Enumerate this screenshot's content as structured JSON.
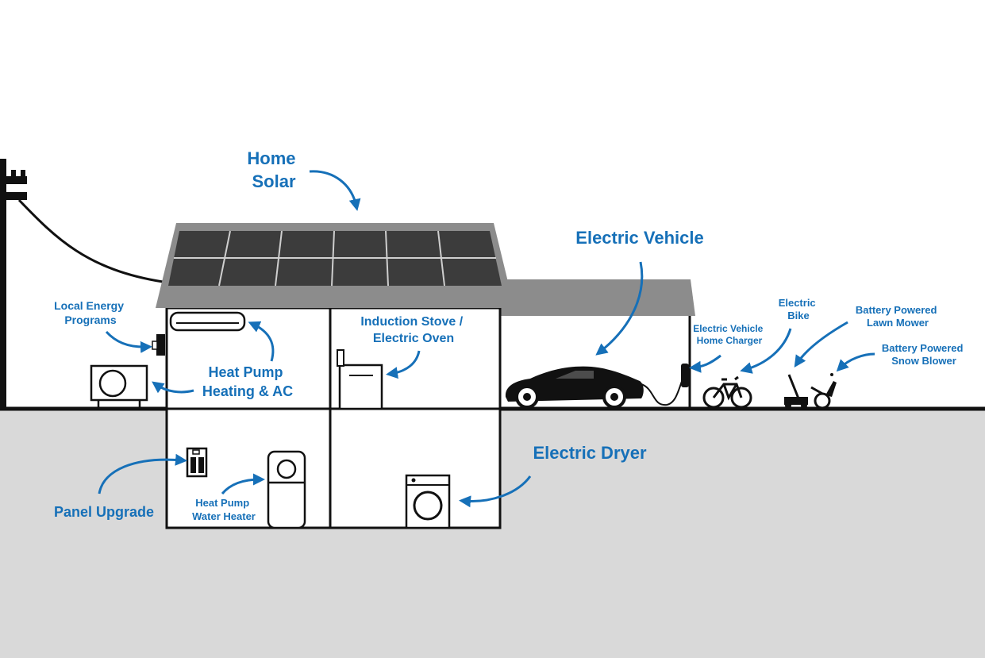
{
  "colors": {
    "label_blue": "#1670b8",
    "ground": "#d9d9d9",
    "roof": "#8c8c8c",
    "panel": "#3c3c3c",
    "outline": "#111111"
  },
  "labels": {
    "home_solar": [
      "Home",
      "Solar"
    ],
    "electric_vehicle": [
      "Electric Vehicle"
    ],
    "local_energy": [
      "Local Energy",
      "Programs"
    ],
    "heat_pump_hvac": [
      "Heat Pump",
      "Heating & AC"
    ],
    "induction": [
      "Induction Stove /",
      "Electric Oven"
    ],
    "ev_charger": [
      "Electric Vehicle",
      "Home Charger"
    ],
    "ebike": [
      "Electric",
      "Bike"
    ],
    "mower": [
      "Battery Powered",
      "Lawn Mower"
    ],
    "snow": [
      "Battery Powered",
      "Snow Blower"
    ],
    "dryer": [
      "Electric Dryer"
    ],
    "panel_upgrade": [
      "Panel Upgrade"
    ],
    "water_heater": [
      "Heat Pump",
      "Water Heater"
    ]
  },
  "icons": [
    "utility-pole-icon",
    "solar-panel-icon",
    "mini-split-icon",
    "heat-pump-unit-icon",
    "meter-icon",
    "stove-icon",
    "car-icon",
    "ev-charger-icon",
    "bicycle-icon",
    "lawn-mower-icon",
    "snow-blower-icon",
    "electrical-panel-icon",
    "water-heater-icon",
    "dryer-icon"
  ]
}
